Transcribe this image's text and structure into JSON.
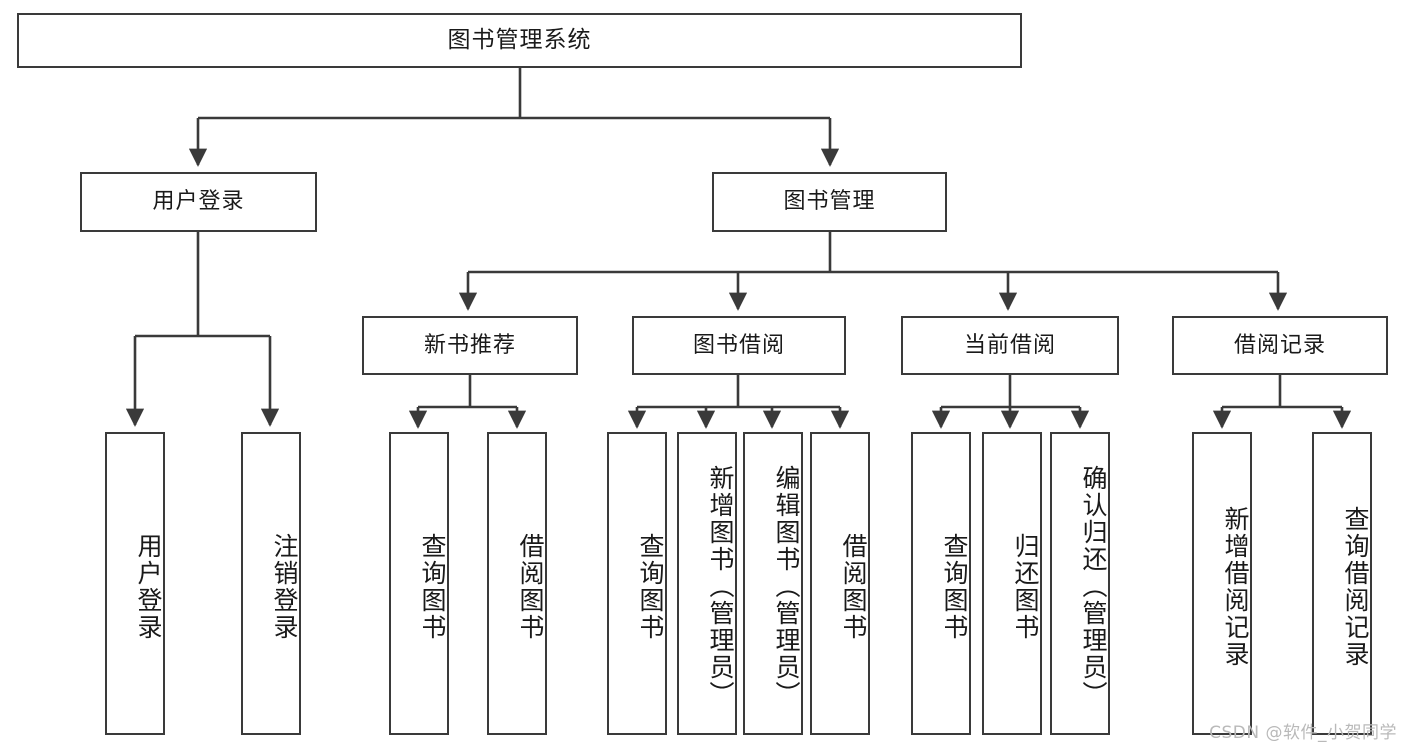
{
  "diagram": {
    "type": "tree-hierarchy-chart",
    "title": "图书管理系统",
    "line_color": "#3a3a3a",
    "box_fill": "#ffffff",
    "text_color": "#1a1a1a",
    "nodes": {
      "root": {
        "label": "图书管理系统"
      },
      "level1": [
        {
          "id": "user-login",
          "label": "用户登录"
        },
        {
          "id": "book-management",
          "label": "图书管理"
        }
      ],
      "level2": [
        {
          "id": "new-book-recommend",
          "label": "新书推荐"
        },
        {
          "id": "book-borrow",
          "label": "图书借阅"
        },
        {
          "id": "current-borrow",
          "label": "当前借阅"
        },
        {
          "id": "borrow-record",
          "label": "借阅记录"
        }
      ],
      "leaves": {
        "user_login": [
          {
            "id": "leaf-user-login",
            "label": "用户登录"
          },
          {
            "id": "leaf-logout-login",
            "label": "注销登录"
          }
        ],
        "new_book_recommend": [
          {
            "id": "leaf-query-book-1",
            "label": "查询图书"
          },
          {
            "id": "leaf-borrow-book-1",
            "label": "借阅图书"
          }
        ],
        "book_borrow": [
          {
            "id": "leaf-query-book-2",
            "label": "查询图书"
          },
          {
            "id": "leaf-add-book",
            "label": "新增图书（管理员）"
          },
          {
            "id": "leaf-edit-book",
            "label": "编辑图书（管理员）"
          },
          {
            "id": "leaf-borrow-book-2",
            "label": "借阅图书"
          }
        ],
        "current_borrow": [
          {
            "id": "leaf-query-book-3",
            "label": "查询图书"
          },
          {
            "id": "leaf-return-book",
            "label": "归还图书"
          },
          {
            "id": "leaf-confirm-return",
            "label": "确认归还（管理员）"
          }
        ],
        "borrow_record": [
          {
            "id": "leaf-add-record",
            "label": "新增借阅记录"
          },
          {
            "id": "leaf-query-record",
            "label": "查询借阅记录"
          }
        ]
      }
    }
  },
  "watermark": {
    "text": "CSDN @软件_小贺同学"
  }
}
